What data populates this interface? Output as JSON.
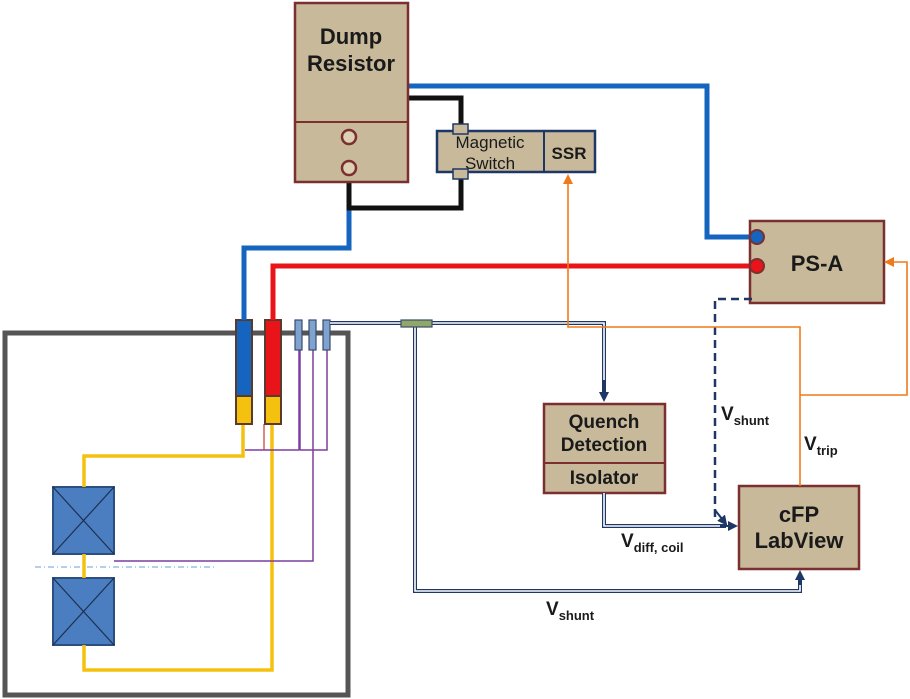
{
  "blocks": {
    "dump_resistor": {
      "line1": "Dump",
      "line2": "Resistor"
    },
    "magnetic_switch": {
      "line1": "Magnetic",
      "line2": "Switch"
    },
    "ssr": {
      "label": "SSR"
    },
    "power_supply": {
      "label": "PS-A"
    },
    "quench_detection": {
      "line1": "Quench",
      "line2": "Detection",
      "isolator": "Isolator"
    },
    "cfp": {
      "line1": "cFP",
      "line2": "LabView"
    }
  },
  "signals": {
    "v_shunt_upper": {
      "main": "V",
      "sub": "shunt"
    },
    "v_trip": {
      "main": "V",
      "sub": "trip"
    },
    "v_diff_coil": {
      "main": "V",
      "sub": "diff, coil"
    },
    "v_shunt_lower": {
      "main": "V",
      "sub": "shunt"
    }
  },
  "colors": {
    "block_fill": "#c7b99a",
    "block_border": "#7b2f2f",
    "magnet_fill": "#4a7ec0",
    "lead_blue": "#1565c0",
    "lead_red": "#e8141a",
    "lead_yellow": "#f5c10f",
    "signal_navy": "#1f3766",
    "signal_orange": "#f07a1a",
    "signal_purple": "#7b3fa0",
    "cryostat_border": "#555555"
  }
}
